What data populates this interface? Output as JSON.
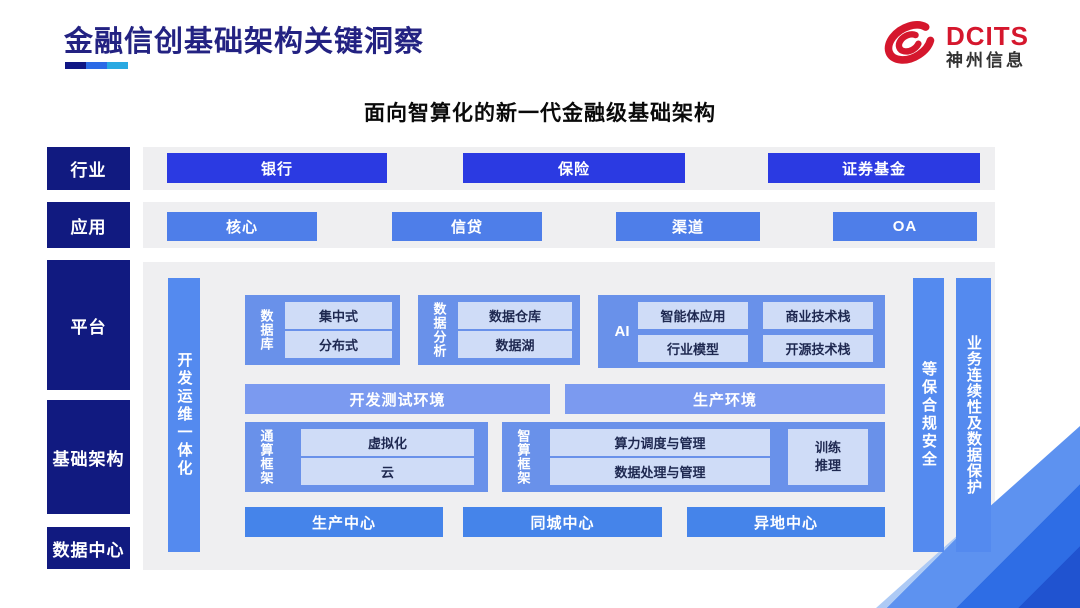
{
  "header": {
    "title": "金融信创基础架构关键洞察",
    "logo": {
      "brand": "DCITS",
      "company": "神州信息"
    }
  },
  "diagram": {
    "subtitle": "面向智算化的新一代金融级基础架构",
    "industry": {
      "label": "行业",
      "items": [
        "银行",
        "保险",
        "证券基金"
      ]
    },
    "application": {
      "label": "应用",
      "items": [
        "核心",
        "信贷",
        "渠道",
        "OA"
      ]
    },
    "platform_label": "平台",
    "infrastructure_label": "基础架构",
    "datacenter_label": "数据中心",
    "devops_bar": "开发运维一体化",
    "security_bar": "等保合规安全",
    "continuity_bar": "业务连续性及数据保护",
    "database_group": {
      "label": "数据库",
      "items": [
        "集中式",
        "分布式"
      ]
    },
    "analytics_group": {
      "label": "数据分析",
      "items": [
        "数据仓库",
        "数据湖"
      ]
    },
    "ai_group": {
      "label": "AI",
      "items": [
        "智能体应用",
        "商业技术栈",
        "行业模型",
        "开源技术栈"
      ]
    },
    "environments": [
      "开发测试环境",
      "生产环境"
    ],
    "general_compute_group": {
      "label": "通算框架",
      "items": [
        "虚拟化",
        "云"
      ]
    },
    "intelligent_compute_group": {
      "label": "智算框架",
      "items": [
        "算力调度与管理",
        "数据处理与管理"
      ],
      "side_item": "训练推理"
    },
    "datacenters": [
      "生产中心",
      "同城中心",
      "异地中心"
    ]
  },
  "colors": {
    "title_navy": "#232282",
    "label_navy": "#111a80",
    "industry_blue": "#2b3ae2",
    "application_blue": "#4e7ee9",
    "bar_blue": "#548aef",
    "group_blue": "#6991ea",
    "env_blue": "#7b9af0",
    "center_blue": "#4584ea",
    "inner_light_blue": "#cfdcf7",
    "panel_gray": "#efeff1",
    "logo_red": "#d5172d"
  }
}
